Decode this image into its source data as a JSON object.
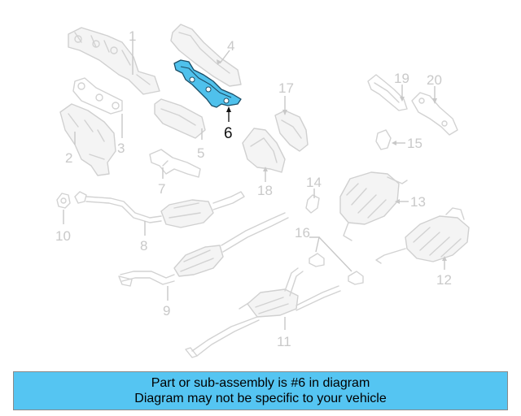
{
  "diagram": {
    "highlighted_part": "6",
    "callouts": [
      "1",
      "2",
      "3",
      "4",
      "5",
      "6",
      "7",
      "8",
      "9",
      "10",
      "11",
      "12",
      "13",
      "14",
      "15",
      "16",
      "17",
      "18",
      "19",
      "20"
    ],
    "highlight_color": "#4fc1ec"
  },
  "banner": {
    "line1": "Part or sub-assembly is #6 in diagram",
    "line2": "Diagram may not be specific to your vehicle",
    "background": "#55c5f2"
  }
}
